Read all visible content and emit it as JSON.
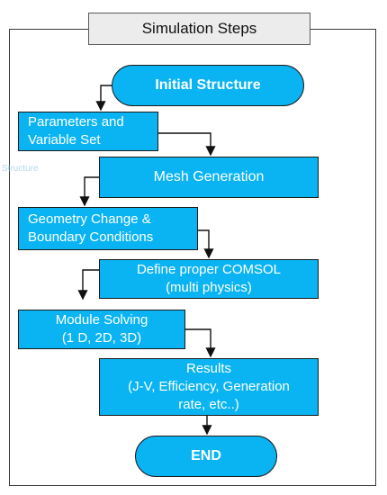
{
  "title": "Simulation Steps",
  "ghost_text": "Structure",
  "steps": [
    {
      "lines": [
        "Initial Structure"
      ]
    },
    {
      "lines": [
        "Parameters and",
        "Variable Set"
      ]
    },
    {
      "lines": [
        "Mesh Generation"
      ]
    },
    {
      "lines": [
        "Geometry Change &",
        "Boundary Conditions"
      ]
    },
    {
      "lines": [
        "Define proper COMSOL",
        "(multi physics)"
      ]
    },
    {
      "lines": [
        "Module Solving",
        "(1 D, 2D, 3D)"
      ]
    },
    {
      "lines": [
        "Results",
        "(J-V, Efficiency, Generation",
        "rate, etc..)"
      ]
    },
    {
      "lines": [
        "END"
      ]
    }
  ],
  "colors": {
    "node_fill": "#0ab4f2",
    "node_text": "#ffffff",
    "title_fill": "#ececec"
  }
}
